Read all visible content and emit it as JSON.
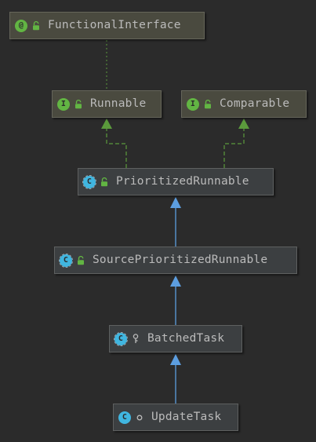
{
  "nodes": [
    {
      "id": "functional-interface",
      "label": "FunctionalInterface",
      "kind": "annotation",
      "kind_glyph": "@",
      "visibility": "public"
    },
    {
      "id": "runnable",
      "label": "Runnable",
      "kind": "interface",
      "kind_glyph": "I",
      "visibility": "public"
    },
    {
      "id": "comparable",
      "label": "Comparable",
      "kind": "interface",
      "kind_glyph": "I",
      "visibility": "public"
    },
    {
      "id": "prioritized-runnable",
      "label": "PrioritizedRunnable",
      "kind": "abstract-class",
      "kind_glyph": "C",
      "visibility": "public"
    },
    {
      "id": "source-prioritized-runnable",
      "label": "SourcePrioritizedRunnable",
      "kind": "abstract-class",
      "kind_glyph": "C",
      "visibility": "public"
    },
    {
      "id": "batched-task",
      "label": "BatchedTask",
      "kind": "abstract-class",
      "kind_glyph": "C",
      "visibility": "package-private"
    },
    {
      "id": "update-task",
      "label": "UpdateTask",
      "kind": "class",
      "kind_glyph": "C",
      "visibility": "private"
    }
  ],
  "edges": [
    {
      "from": "runnable",
      "to": "functional-interface",
      "relation": "annotated-by"
    },
    {
      "from": "prioritized-runnable",
      "to": "runnable",
      "relation": "implements"
    },
    {
      "from": "prioritized-runnable",
      "to": "comparable",
      "relation": "implements"
    },
    {
      "from": "source-prioritized-runnable",
      "to": "prioritized-runnable",
      "relation": "extends"
    },
    {
      "from": "batched-task",
      "to": "source-prioritized-runnable",
      "relation": "extends"
    },
    {
      "from": "update-task",
      "to": "batched-task",
      "relation": "extends"
    }
  ],
  "colors": {
    "background": "#2b2b2b",
    "implements_edge": "#5b9a3c",
    "extends_edge": "#5c9ee0",
    "annotation_edge": "#5b9a3c",
    "public_lock": "#62b543"
  }
}
